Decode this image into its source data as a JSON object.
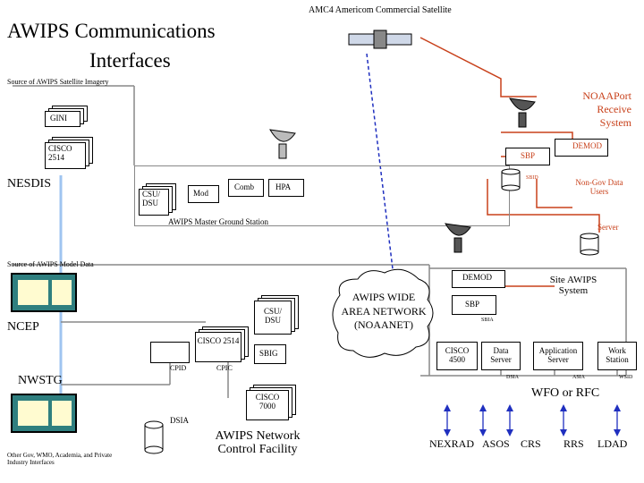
{
  "title": {
    "line1": "AWIPS Communications",
    "line2": "Interfaces"
  },
  "satellite_label": "AMC4 Americom Commercial Satellite",
  "source_sat_imagery": "Source of AWIPS Satellite Imagery",
  "source_model_data": "Source of AWIPS Model Data",
  "nesdis": {
    "label": "NESDIS",
    "gini": "GINI",
    "cisco": "CISCO 2514"
  },
  "master_station": {
    "label": "AWIPS Master Ground Station",
    "csu": "CSU/ DSU",
    "mod": "Mod",
    "comb": "Comb",
    "hpa": "HPA",
    "sbp": "SBP",
    "demod": "DEMOD",
    "sbid": "SBID",
    "non_gov": "Non-Gov Data Users",
    "server": "Server"
  },
  "noaaport": "NOAAPort Receive System",
  "ncep": {
    "label": "NCEP",
    "cisco": "CISCO 2514",
    "csu": "CSU/ DSU",
    "sbig": "SBIG",
    "cpid": "CPID",
    "cpic": "CPIC"
  },
  "nwstg": {
    "label": "NWSTG",
    "cisco7000": "CISCO 7000",
    "dsia": "DSIA",
    "other": "Other Gov, WMO, Academia, and Private Industry Interfaces"
  },
  "ncf": "AWIPS Network Control Facility",
  "wan": "AWIPS WIDE AREA NETWORK (NOAANET)",
  "site": {
    "label": "Site AWIPS System",
    "demod": "DEMOD",
    "sbp": "SBP",
    "sbia": "SBIA",
    "cisco": "CISCO 4500",
    "data_server": "Data Server",
    "app_server": "Application Server",
    "workstation": "Work Station",
    "dsia": "DSIA",
    "asia": "ASIA",
    "wsid": "WSID"
  },
  "wfo": "WFO or RFC",
  "remote_systems": [
    "NEXRAD",
    "ASOS",
    "CRS",
    "RRS",
    "LDAD"
  ],
  "colors": {
    "orange": "#c8401a",
    "blue": "#1f2fbf",
    "light_blue": "#9fc4f0",
    "screen": "#2f7f7f",
    "screen_inner": "#fffbd0"
  }
}
